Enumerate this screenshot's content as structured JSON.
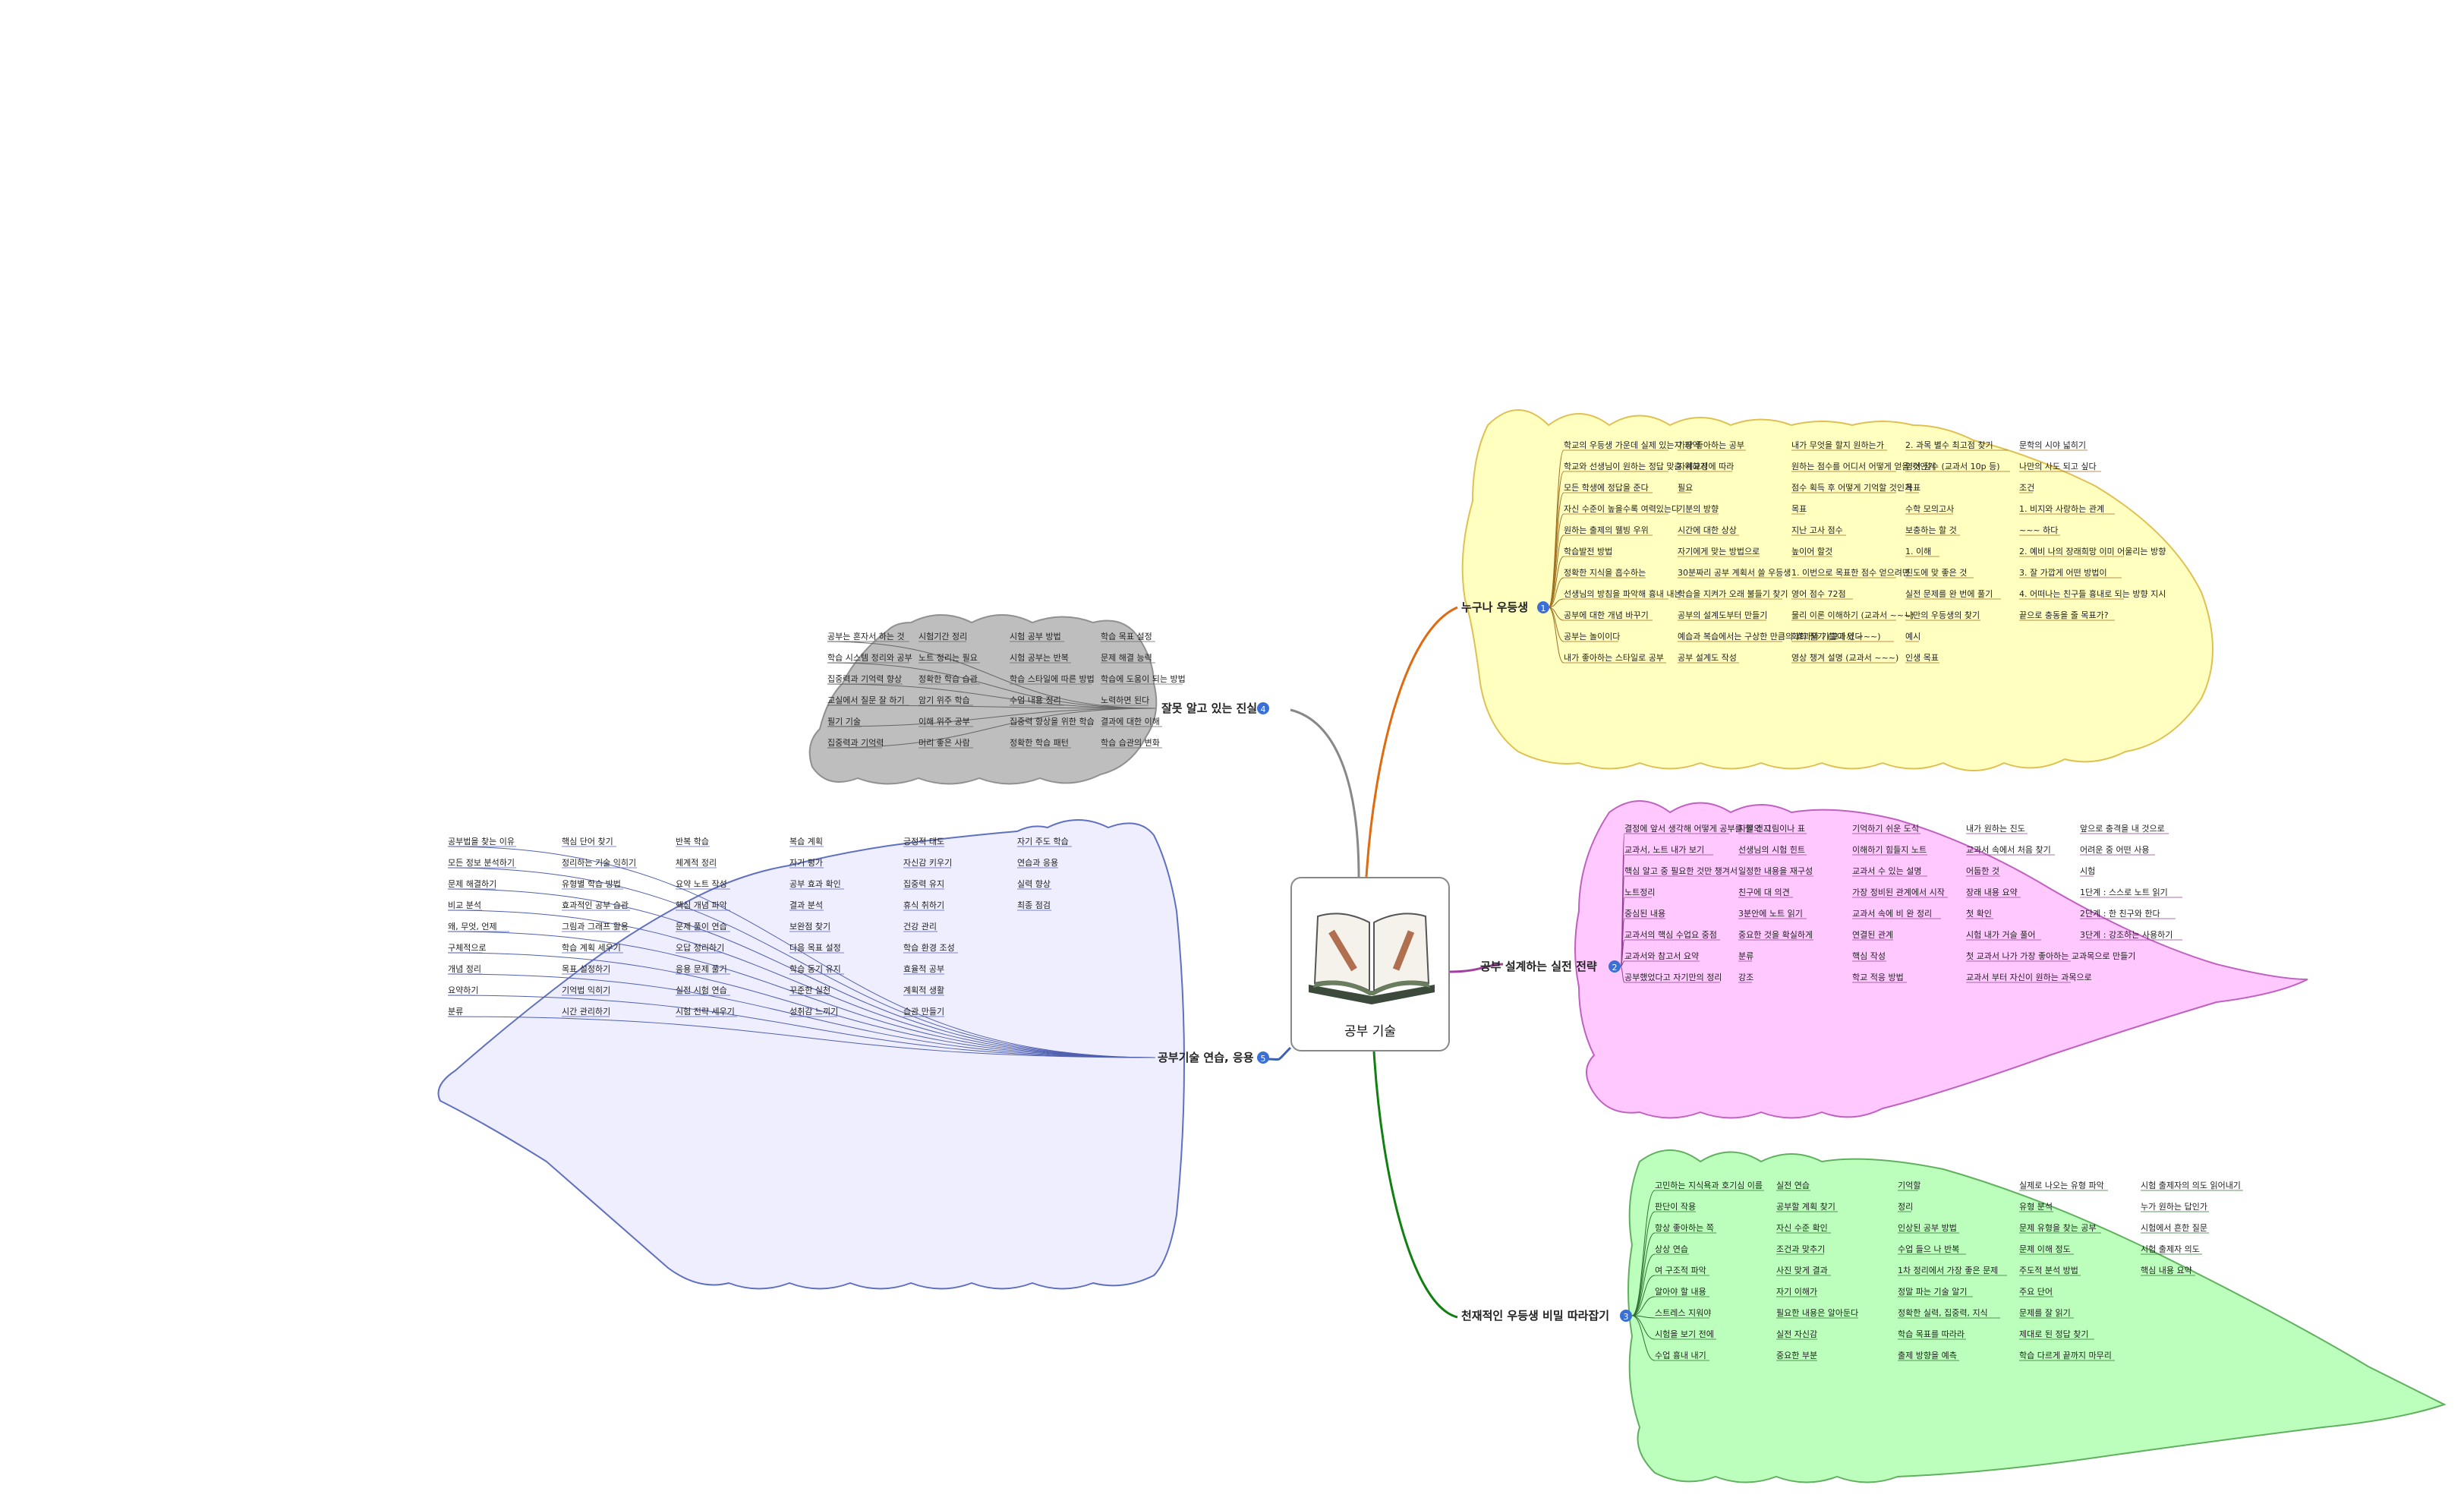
{
  "central": {
    "title": "공부 기술",
    "icon": "open-book-icon"
  },
  "colors": {
    "yellow_cloud": "#ffffc0",
    "pink_cloud": "#ffc8ff",
    "green_cloud": "#bcffbc",
    "gray_cloud": "#bebebe",
    "lavender_cloud": "#eeeeff",
    "link_orange": "#e06a10",
    "link_purple": "#a040a0",
    "link_green": "#108010",
    "link_gray": "#888888",
    "link_blue": "#4060b0",
    "badge_blue": "#3a6fd8"
  },
  "branches": [
    {
      "id": "b1",
      "title": "누구나 우등생",
      "badge": "1",
      "items": [
        "학교의 우등생 가운데 실제 있는지 파악",
        "학교와 선생님이 원하는 정답 맞춤 위하기",
        "모든 학생에 정답을 준다",
        "자신 수준이 높을수록 여력있는다",
        "원하는 출제의 웰빙 우위",
        "학습발전 방법",
        "정확한 지식을 흡수하는",
        "선생님의 방침을 파악해 흉내 내는",
        "공부에 대한 개념 바꾸기",
        "공부는 놀이이다",
        "내가 좋아하는 스타일로 공부",
        "가장 좋아하는 공부",
        "자세교정에 따라",
        "필요",
        "기분의 방향",
        "시간에 대한 상상",
        "자기에게 맞는 방법으로",
        "30분짜리 공부 계획서 쓸 우등생",
        "학습을 지켜가 오래 불들기 찾기",
        "공부의 설계도부터 만들기",
        "예습과 복습에서는 구상한 만큼의 효과와 기쁨이 있다",
        "공부 설계도 작성",
        "내가 무엇을 할지 원하는가",
        "원하는 점수를 어디서 어떻게 얻을 것인가",
        "점수 획득 후 어떻게 기억할 것인가",
        "목표",
        "지난 고사 점수",
        "높이어 할것",
        "1. 이번으로 목표한 점수 얻으려면",
        "영어 점수 72점",
        "물리 이론 이해하기 (교과서 ~~~)",
        "화학 필기 (교과서 ~~~)",
        "영상 챙겨 설명 (교과서 ~~~)",
        "2. 과목 별수 최고점 찾기",
        "영어 점수 (교과서 10p 등)",
        "목표",
        "수학 모의고사",
        "보충하는 할 것",
        "1. 이해",
        "진도에 맞 좋은 것",
        "실전 문제를 완 번에 풀기",
        "나만의 우등생의 찾기",
        "예시",
        "인생 목표",
        "문학의 시야 넓히기",
        "나만의 사도 되고 싶다",
        "조건",
        "1. 비지와 사랑하는 관계",
        "~~~ 하다",
        "2. 예비 나의 장래희망 이미 어울리는 방향",
        "3. 잘 가깝게 어떤 방법이",
        "4. 어떠나는 친구들 흉내로 되는 방향 지시",
        "끝으로 충동을 줄 목표가?"
      ]
    },
    {
      "id": "b2",
      "title": "공부 설계하는 실전 전략",
      "badge": "2",
      "items": [
        "결정에 앞서 생각해 어떻게 공부를 할 건지",
        "교과서, 노트 내가 보기",
        "핵심 알고 중 필요한 것만 챙겨서",
        "노트정리",
        "중심된 내용",
        "교과서의 핵심 수업요 중점",
        "교과서와 참고서 요약",
        "공부했었다고 자기만의 정리",
        "자필의 그림이나 표",
        "선생님의 시험 힌트",
        "일정한 내용을 재구성",
        "친구에 대 의견",
        "3분안에 노트 읽기",
        "중요한 것을 확실하게",
        "분류",
        "강조",
        "기억하기 쉬운 도식",
        "이해하기 힘들지 노트",
        "교과서 수 있는 설명",
        "가장 정비된 관계에서 시작",
        "교과서 속에 비 완 정리",
        "연결된 관계",
        "핵심 작성",
        "학교 적응 방법",
        "내가 원하는 진도",
        "교과서 속에서 처음 찾기",
        "어둡한 것",
        "장래 내용 요약",
        "첫 확인",
        "시험 내가 거슬 풀어",
        "첫 교과서 나가 가장 좋아하는 교과목으로 만들기",
        "교과서 부터 자신이 원하는 과목으로",
        "앞으로 충격을 내 것으로",
        "어려운 중 어떤 사용",
        "시험",
        "1단계 : 스스로 노트 읽기",
        "2단계 : 한 친구와 한다",
        "3단계 : 강조하는 사용하기"
      ]
    },
    {
      "id": "b3",
      "title": "천재적인 우등생 비밀 따라잡기",
      "badge": "3",
      "items": [
        "고민하는 지식욕과 호기심 이름",
        "판단이 작용",
        "항상 좋아하는 쪽",
        "상상 연습",
        "여 구조적 파악",
        "알아야 할 내용",
        "스트레스 지워야",
        "시험을 보기 전에",
        "수업 흉내 내기",
        "실전 연습",
        "공부할 계획 찾기",
        "자신 수준 확인",
        "조건과 맞추기",
        "사진 맞게 결과",
        "자기 이해가",
        "필요한 내용은 알아둔다",
        "실전 자신감",
        "중요한 부분",
        "기억할",
        "정리",
        "인상된 공부 방법",
        "수업 들으 나 반복",
        "1차 정리에서 가장 좋은 문제",
        "정말 파는 기술 알기",
        "정확한 실력, 집중력, 지식",
        "학습 목표를 따라라",
        "출제 방향을 예측",
        "실제로 나오는 유형 파악",
        "유형 분석",
        "문제 유형을 찾는 공부",
        "문제 이해 정도",
        "주도적 분석 방법",
        "주요 단어",
        "문제를 잘 읽기",
        "제대로 된 정답 찾기",
        "학습 다르게 끝까지 마무리",
        "시험 출제자의 의도 읽어내기",
        "누가 원하는 답인가",
        "시험에서 흔한 질문",
        "시험 출제자 의도",
        "핵심 내용 요약"
      ]
    },
    {
      "id": "b4",
      "title": "잘못 알고 있는 진실",
      "badge": "4",
      "items": [
        "공부는 혼자서 하는 것",
        "학습 시스템 정리와 공부",
        "집중력과 기억력 향상",
        "교실에서 질문 잘 하기",
        "필기 기술",
        "집중력과 기억력",
        "시험기간 정리",
        "노트 정리는 필요",
        "정확한 학습 습관",
        "암기 위주 학습",
        "이해 위주 공부",
        "머리 좋은 사람",
        "시험 공부 방법",
        "시험 공부는 반복",
        "학습 스타일에 따른 방법",
        "수업 내용 정리",
        "집중력 향상을 위한 학습",
        "정확한 학습 패턴",
        "학습 목표 설정",
        "문제 해결 능력",
        "학습에 도움이 되는 방법",
        "노력하면 된다",
        "결과에 대한 이해",
        "학습 습관의 변화"
      ]
    },
    {
      "id": "b5",
      "title": "공부기술 연습, 응용",
      "badge": "5",
      "items": [
        "공부법을 찾는 이유",
        "모든 정보 분석하기",
        "문제 해결하기",
        "비교 분석",
        "왜, 무엇, 언제",
        "구체적으로",
        "개념 정리",
        "요약하기",
        "분류",
        "핵심 단어 찾기",
        "정리하는 기술 익히기",
        "유형별 학습 방법",
        "효과적인 공부 습관",
        "그림과 그래프 활용",
        "학습 계획 세우기",
        "목표 설정하기",
        "기억법 익히기",
        "시간 관리하기",
        "반복 학습",
        "체계적 정리",
        "요약 노트 작성",
        "핵심 개념 파악",
        "문제 풀이 연습",
        "오답 정리하기",
        "응용 문제 풀기",
        "실전 시험 연습",
        "시험 전략 세우기",
        "복습 계획",
        "자기 평가",
        "공부 효과 확인",
        "결과 분석",
        "보완점 찾기",
        "다음 목표 설정",
        "학습 동기 유지",
        "꾸준한 실천",
        "성취감 느끼기",
        "긍정적 태도",
        "자신감 키우기",
        "집중력 유지",
        "휴식 취하기",
        "건강 관리",
        "학습 환경 조성",
        "효율적 공부",
        "계획적 생활",
        "습관 만들기",
        "자기 주도 학습",
        "연습과 응용",
        "실력 향상",
        "최종 점검"
      ]
    }
  ]
}
